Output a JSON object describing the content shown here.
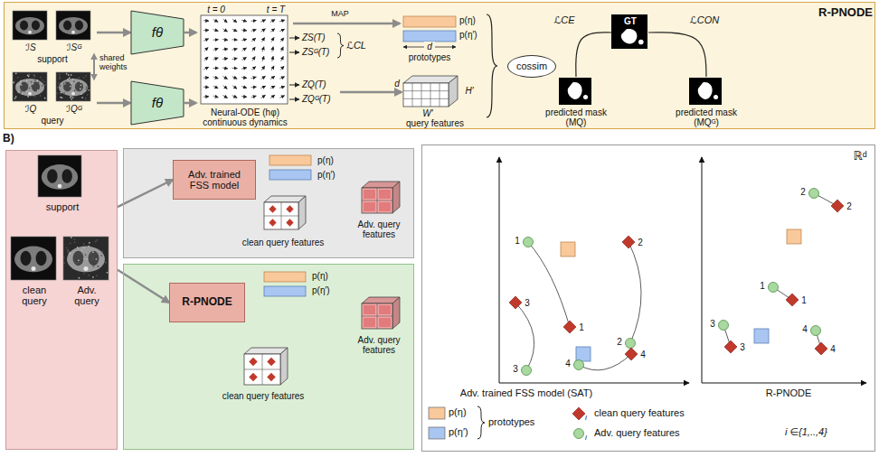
{
  "diagram": {
    "nodes": [
      {
        "text": [
          "R-PNODE"
        ]
      },
      {
        "text": [
          "ℐS",
          "ℐSᴳ",
          "support"
        ],
        "in": 0
      },
      {
        "text": [
          "ℐQ",
          "ℐQᴳ",
          "query"
        ],
        "in": 0
      },
      {
        "text": [
          "fθ"
        ],
        "in": 0
      },
      {
        "text": [
          "fθ"
        ],
        "in": 0
      },
      {
        "text": [
          "t = 0",
          "t = T",
          "Neural-ODE (hφ) continuous dynamics"
        ],
        "in": 0
      },
      {
        "text": [
          "d",
          "W′",
          "H′",
          "query features"
        ],
        "in": 0
      },
      {
        "text": [
          "cossim"
        ],
        "in": 0
      },
      {
        "text": [
          "GT"
        ],
        "in": 0
      },
      {
        "text": [
          "predicted mask (MQ)"
        ],
        "in": 0
      },
      {
        "text": [
          "predicted mask (MQᴳ)"
        ],
        "in": 0
      },
      {
        "text": [
          "support",
          "clean query",
          "Adv. query"
        ]
      },
      {
        "text": [
          "p(η)",
          "p(η′)",
          "Adv. query features",
          "clean query features"
        ]
      },
      {
        "text": [
          "Adv. trained FSS model"
        ],
        "in": 12
      },
      {
        "text": [
          "p(η)",
          "p(η′)",
          "Adv. query features",
          "clean query features"
        ]
      },
      {
        "text": [
          "R-PNODE"
        ],
        "in": 14
      },
      {
        "text": [
          "ℝᵈ",
          "Adv. trained FSS model (SAT)",
          "R-PNODE"
        ]
      }
    ],
    "edges": [
      {
        "from": 1,
        "to": 3,
        "arrow": "to"
      },
      {
        "from": 2,
        "to": 4,
        "arrow": "to"
      },
      {
        "from": 3,
        "to": 5,
        "arrow": "to"
      },
      {
        "from": 4,
        "to": 5,
        "arrow": "to"
      },
      {
        "from": 8,
        "to": 9,
        "label": "ℒCE",
        "arrow": "none"
      },
      {
        "from": 8,
        "to": 10,
        "label": "ℒCON",
        "arrow": "none"
      },
      {
        "from": 11,
        "to": 13,
        "arrow": "to"
      },
      {
        "from": 11,
        "to": 15,
        "arrow": "to"
      }
    ],
    "labels": [
      "shared weights",
      "ZS(T)",
      "ZSᴳ(T)",
      "ℒCL",
      "ZQ(T)",
      "ZQᴳ(T)",
      "MAP",
      "p(η)",
      "p(η′)",
      "d",
      "prototypes",
      "B)",
      "prototypes",
      "i",
      "i",
      "i ∈{1,..,4}",
      "1",
      "1",
      "2",
      "2",
      "3",
      "3",
      "4",
      "4",
      "1",
      "1",
      "2",
      "2",
      "3",
      "3",
      "4",
      "4"
    ],
    "legend": [
      {
        "text": "p(η)",
        "color": "#f9c89b"
      },
      {
        "text": "p(η′)",
        "color": "#a9c6f2"
      },
      {
        "text": "clean query features"
      },
      {
        "text": "Adv. query features"
      }
    ]
  }
}
